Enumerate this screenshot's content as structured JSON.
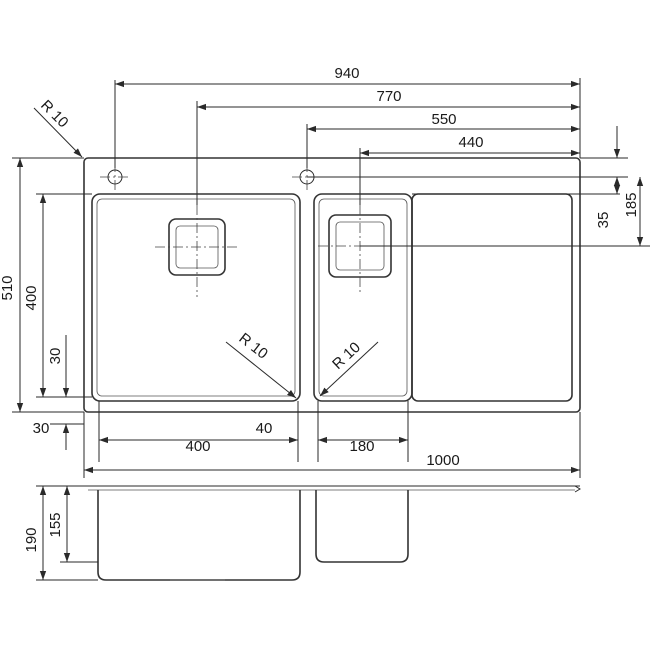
{
  "colors": {
    "line": "#2a2a2a",
    "background": "#ffffff"
  },
  "dimensions": {
    "top_940": "940",
    "top_770": "770",
    "top_550": "550",
    "top_440": "440",
    "radius_corner": "R 10",
    "radius_bowl_left": "R 10",
    "radius_bowl_right": "R 10",
    "right_185": "185",
    "right_35": "35",
    "left_510": "510",
    "left_400": "400",
    "left_30_inner": "30",
    "left_30_bottom": "30",
    "bottom_40": "40",
    "bottom_400": "400",
    "bottom_180": "180",
    "bottom_1000": "1000",
    "side_190": "190",
    "side_155": "155"
  }
}
